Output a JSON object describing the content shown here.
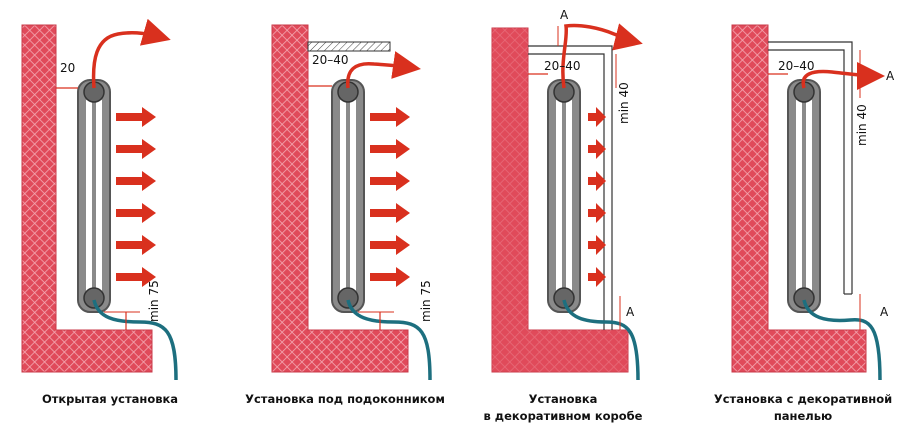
{
  "colors": {
    "wall": "#e04a5a",
    "wall_hatch": "#f4a8b2",
    "radiator": "#777777",
    "hot_pipe": "#d9301e",
    "cold_pipe": "#1d6f7f",
    "heat_arrow": "#d9301e"
  },
  "panels": [
    {
      "caption_lines": [
        "Открытая установка"
      ],
      "gap_label": "20",
      "bottom_label": "min 75"
    },
    {
      "caption_lines": [
        "Установка под подоконником"
      ],
      "gap_label": "20–40",
      "bottom_label": "min 75"
    },
    {
      "caption_lines": [
        "Установка",
        "в декоративном коробе"
      ],
      "gap_label": "20–40",
      "side_label": "min 40",
      "top_label": "A",
      "bottom_label": "A"
    },
    {
      "caption_lines": [
        "Установка с декоративной",
        "панелью"
      ],
      "gap_label": "20–40",
      "side_label": "min 40",
      "top_label": "A",
      "bottom_label": "A"
    }
  ]
}
